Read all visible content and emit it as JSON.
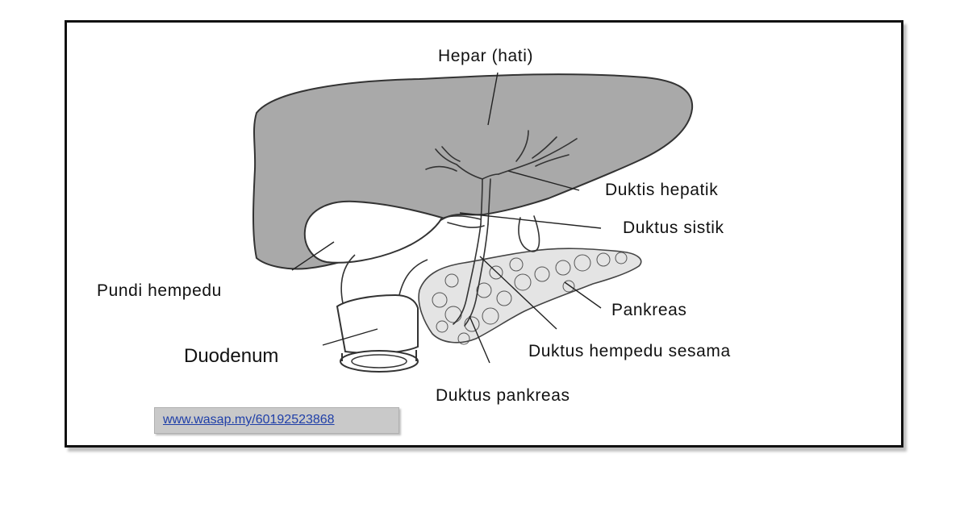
{
  "labels": {
    "hepar": "Hepar (hati)",
    "duktus_hepatik": "Duktis hepatik",
    "duktus_sistik": "Duktus sistik",
    "pundi_hempedu": "Pundi hempedu",
    "pankreas": "Pankreas",
    "duodenum": "Duodenum",
    "duktus_hempedu_sesama": "Duktus hempedu sesama",
    "duktus_pankreas": "Duktus pankreas"
  },
  "link": {
    "text": "www.wasap.my/60192523868"
  },
  "colors": {
    "liver_fill": "#a9a9a9",
    "outline": "#333333",
    "link": "#1f3fa8",
    "link_box": "#c9c9c9"
  }
}
